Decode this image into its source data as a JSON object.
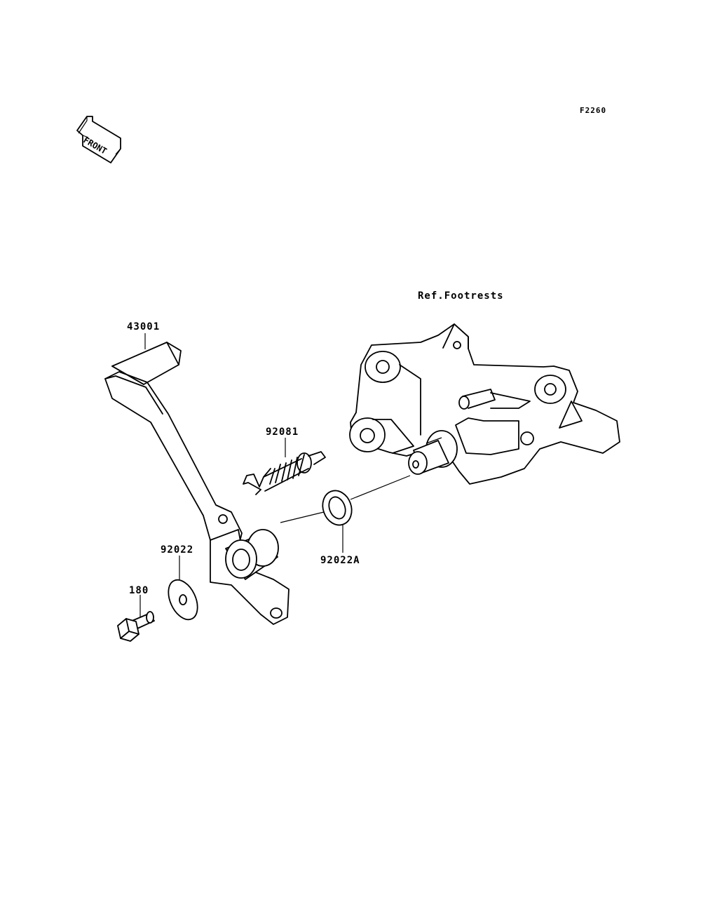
{
  "diagram_code": "F2260",
  "front_arrow": {
    "text": "FRONT",
    "icon": "front-arrow-icon"
  },
  "reference_note": "Ref.Footrests",
  "parts": [
    {
      "part_no": "43001",
      "name": "pedal"
    },
    {
      "part_no": "92081",
      "name": "spring"
    },
    {
      "part_no": "92022",
      "name": "washer"
    },
    {
      "part_no": "92022A",
      "name": "washer-large"
    },
    {
      "part_no": "180",
      "name": "bolt"
    }
  ]
}
